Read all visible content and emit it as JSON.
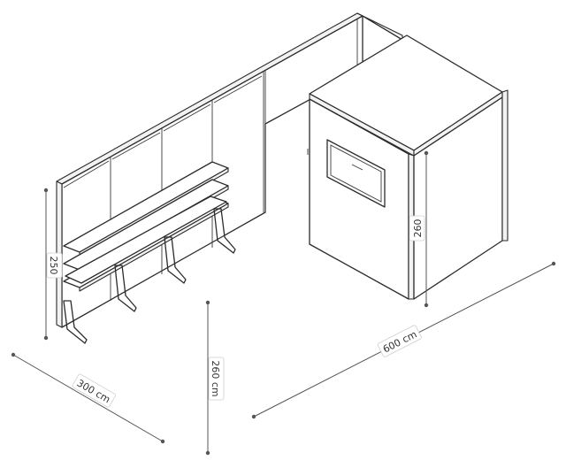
{
  "dimensions": {
    "width_label": "300 cm",
    "length_label": "600 cm",
    "height_label": "260 cm",
    "wall_height_label": "250",
    "cabin_height_label": "260"
  }
}
